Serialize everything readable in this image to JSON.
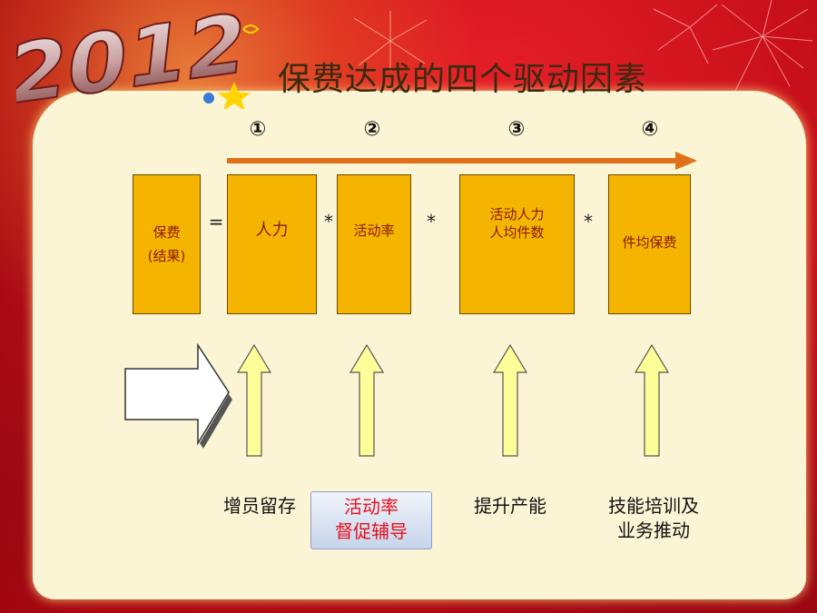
{
  "logo": {
    "text": "2012"
  },
  "title": "保费达成的四个驱动因素",
  "steps": [
    "①",
    "②",
    "③",
    "④"
  ],
  "boxes": [
    {
      "line1": "保费",
      "line2": "(结果)"
    },
    {
      "line1": "人力",
      "line2": ""
    },
    {
      "line1": "活动率",
      "line2": ""
    },
    {
      "line1": "活动人力",
      "line2": "人均件数"
    },
    {
      "line1": "件均保费",
      "line2": ""
    }
  ],
  "operators": [
    "=",
    "*",
    "*",
    "*"
  ],
  "drivers": [
    {
      "line1": "增员留存",
      "line2": ""
    },
    {
      "line1": "活动率",
      "line2": "督促辅导"
    },
    {
      "line1": "提升产能",
      "line2": ""
    },
    {
      "line1": "技能培训及",
      "line2": "业务推动"
    }
  ],
  "colors": {
    "box_fill": "#f4b400",
    "box_text": "#8a1a00",
    "timeline_arrow": "#e0701a",
    "up_arrow_fill": "#ffff99",
    "highlight_text": "#e8101a",
    "background_red": "#c8101a",
    "panel": "#fcf5d5"
  }
}
